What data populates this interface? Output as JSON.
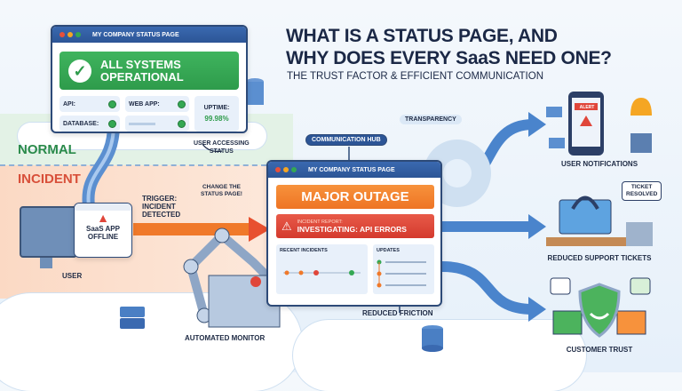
{
  "title": {
    "line1": "WHAT IS A STATUS PAGE, AND",
    "line2": "WHY DOES EVERY SaaS NEED ONE?",
    "subtitle": "THE TRUST FACTOR & EFFICIENT COMMUNICATION"
  },
  "phases": {
    "normal": "NORMAL",
    "incident": "INCIDENT"
  },
  "normal_window": {
    "title": "MY COMPANY STATUS PAGE",
    "banner": "ALL SYSTEMS OPERATIONAL",
    "banner_line1": "ALL SYSTEMS",
    "banner_line2": "OPERATIONAL",
    "api": "API:",
    "web_app": "WEB APP:",
    "database": "DATABASE:",
    "uptime_label": "UPTIME:",
    "uptime_value": "99.98%"
  },
  "user_accessing": {
    "line1": "USER ACCESSING",
    "line2": "STATUS"
  },
  "user": {
    "app_line1": "SaaS APP",
    "app_line2": "OFFLINE",
    "label": "USER"
  },
  "trigger": {
    "line1": "TRIGGER:",
    "line2": "INCIDENT",
    "line3": "DETECTED"
  },
  "change": {
    "line1": "CHANGE THE",
    "line2": "STATUS PAGE!"
  },
  "monitor": {
    "label": "AUTOMATED MONITOR"
  },
  "hub": {
    "label": "COMMUNICATION HUB",
    "transparency": "TRANSPARENCY",
    "reduced_friction": "REDUCED FRICTION"
  },
  "incident_window": {
    "title": "MY COMPANY STATUS PAGE",
    "banner": "MAJOR OUTAGE",
    "report_label": "INCIDENT REPORT:",
    "report_text": "INVESTIGATING: API ERRORS",
    "recent": "RECENT INCIDENTS",
    "updates": "UPDATES"
  },
  "outcomes": {
    "notifications": "USER NOTIFICATIONS",
    "alert": "ALERT",
    "support": "REDUCED SUPPORT TICKETS",
    "ticket_line1": "TICKET",
    "ticket_line2": "RESOLVED",
    "trust": "CUSTOMER TRUST"
  },
  "colors": {
    "green": "#34a853",
    "orange": "#f0792a",
    "red": "#e0463a",
    "navy": "#1b2846",
    "blue": "#3a69b0"
  }
}
